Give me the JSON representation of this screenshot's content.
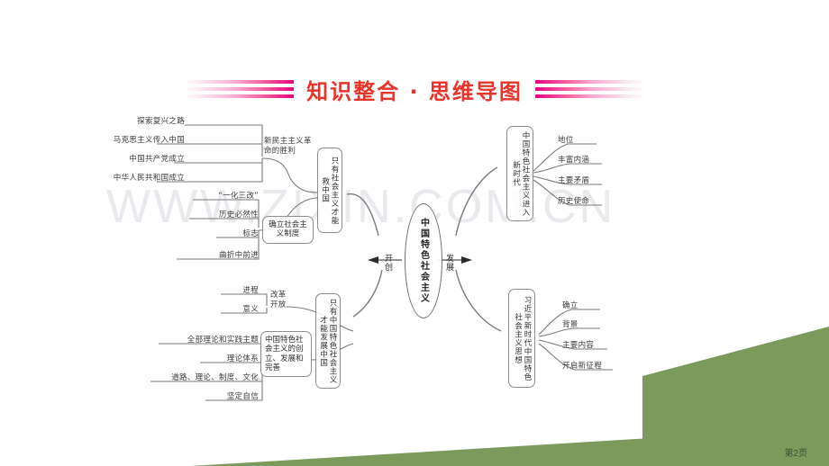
{
  "slide": {
    "title": "知识整合 · 思维导图",
    "title_color": "#e8352b",
    "accent_color": "#e5007d",
    "green_color": "#7d9a5d",
    "page_label": "第2页",
    "watermark": "WWW.ZIXIN.COM.CN"
  },
  "mindmap": {
    "center": "中国特色社会主义",
    "left_arrow_label": "开创",
    "right_arrow_label": "发展",
    "left_pillars": [
      {
        "id": "pillar-socialism-saves-china",
        "text": "只有社会主义才能救中国"
      },
      {
        "id": "pillar-socialism-develops-china",
        "text": "只有中国特色社会主义才能发展中国"
      }
    ],
    "left_groups": [
      {
        "id": "group-new-democratic-revolution",
        "title": "新民主主义革命的胜利",
        "items": [
          "探索复兴之路",
          "马克思主义传入中国",
          "中国共产党成立",
          "中华人民共和国成立"
        ]
      },
      {
        "id": "group-establish-socialist-system",
        "title": "确立社会主义制度",
        "items": [
          "“一化三改”",
          "历史必然性",
          "标志",
          "曲折中前进"
        ]
      },
      {
        "id": "group-reform-opening",
        "title": "改革开放",
        "items": [
          "进程",
          "意义"
        ]
      },
      {
        "id": "group-founding-development",
        "title": "中国特色社会主义的创立、发展和完善",
        "items": [
          "全部理论和实践主题",
          "理论体系",
          "道路、理论、制度、文化",
          "坚定自信"
        ]
      }
    ],
    "right_groups": [
      {
        "id": "group-new-era",
        "title": "中国特色社会主义进入新时代",
        "items": [
          "地位",
          "丰富内涵",
          "主要矛盾",
          "历史使命"
        ]
      },
      {
        "id": "group-xi-thought",
        "title": "习近平新时代中国特色社会主义思想",
        "items": [
          "确立",
          "背景",
          "主要内容",
          "开启新征程"
        ]
      }
    ]
  }
}
